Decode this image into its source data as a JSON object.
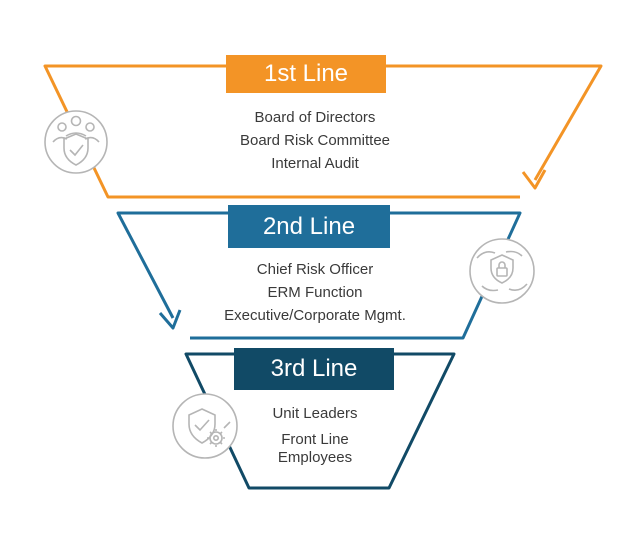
{
  "colors": {
    "line1": "#F39426",
    "line2": "#1F6E9A",
    "line3": "#114A66",
    "icon_stroke": "#b5b5b5",
    "text": "#3a3a3a"
  },
  "tiers": [
    {
      "title": "1st Line",
      "items": [
        "Board of Directors",
        "Board Risk Committee",
        "Internal Audit"
      ],
      "icon": "people-shield-icon"
    },
    {
      "title": "2nd Line",
      "items": [
        "Chief Risk Officer",
        "ERM Function",
        "Executive/Corporate Mgmt."
      ],
      "icon": "hands-lock-icon"
    },
    {
      "title": "3rd Line",
      "items": [
        "Unit Leaders",
        "Front Line",
        "Employees"
      ],
      "icon": "shield-gear-icon"
    }
  ]
}
